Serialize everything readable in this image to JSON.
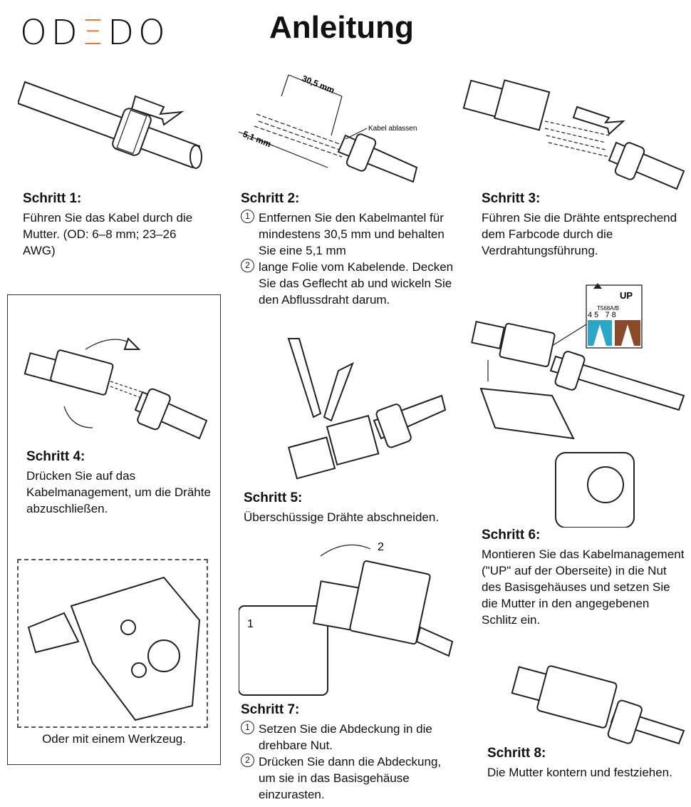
{
  "brand": {
    "logo_pre": "O",
    "logo_mid1": "D",
    "logo_accent": "Ξ",
    "logo_mid2": "D",
    "logo_post": "O"
  },
  "title": "Anleitung",
  "labels": {
    "dim_30": "30,5 mm",
    "dim_5": "5,1 mm",
    "drain": "Kabel ablassen",
    "up": "UP",
    "t568": "T568A/B",
    "pins": "4 5   7 8",
    "inset1": "1",
    "inset2": "2"
  },
  "steps": {
    "s1": {
      "title": "Schritt 1:",
      "text": "Führen Sie das Kabel durch die Mutter. (OD: 6–8 mm; 23–26 AWG)"
    },
    "s2": {
      "title": "Schritt 2:",
      "n1": "1",
      "line1": "Entfernen Sie den Kabelmantel für mindestens 30,5 mm und behalten Sie eine 5,1 mm",
      "n2": "2",
      "line2": "lange Folie vom Kabelende. Decken Sie das Geflecht ab und wickeln Sie den Abflussdraht darum."
    },
    "s3": {
      "title": "Schritt 3:",
      "text": "Führen Sie die Drähte entsprechend dem Farbcode durch die Verdrahtungsführung."
    },
    "s4": {
      "title": "Schritt 4:",
      "text": "Drücken Sie auf das Kabelmanagement, um die Drähte abzuschließen."
    },
    "s5": {
      "title": "Schritt 5:",
      "text": "Überschüssige Drähte abschneiden."
    },
    "s6": {
      "title": "Schritt 6:",
      "text": "Montieren Sie das Kabelmanagement (\"UP\" auf der Oberseite) in die Nut des Basisgehäuses und setzen Sie die Mutter in den angegebenen Schlitz ein."
    },
    "s7": {
      "title": "Schritt 7:",
      "n1": "1",
      "line1": "Setzen Sie die Abdeckung in die drehbare Nut.",
      "n2": "2",
      "line2": "Drücken Sie dann die Abdeckung, um sie in das Basisgehäuse einzurasten."
    },
    "s8": {
      "title": "Schritt 8:",
      "text": "Die Mutter kontern und festziehen."
    },
    "tool": "Oder mit einem Werkzeug."
  },
  "colors": {
    "accent": "#e8702a",
    "blue": "#2aa6c8",
    "brown": "#8a4a2a"
  }
}
